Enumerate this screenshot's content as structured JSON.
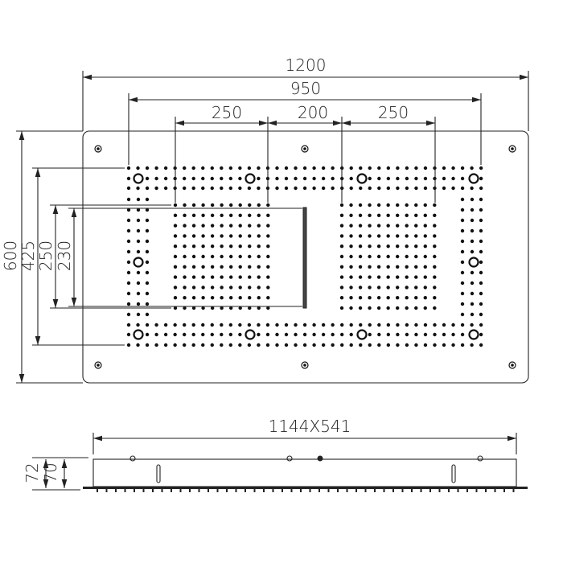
{
  "top_view": {
    "dimensions": {
      "overall_width": "1200",
      "frame_width": "950",
      "left_block": "250",
      "middle_gap": "200",
      "right_block": "250",
      "overall_height": "600",
      "frame_height": "425",
      "block_height": "250",
      "slot_height": "230"
    }
  },
  "side_view": {
    "dimensions": {
      "body_size": "1144X541",
      "total_height": "72",
      "body_height": "70"
    }
  },
  "colors": {
    "line": "#222222",
    "background": "#ffffff"
  }
}
